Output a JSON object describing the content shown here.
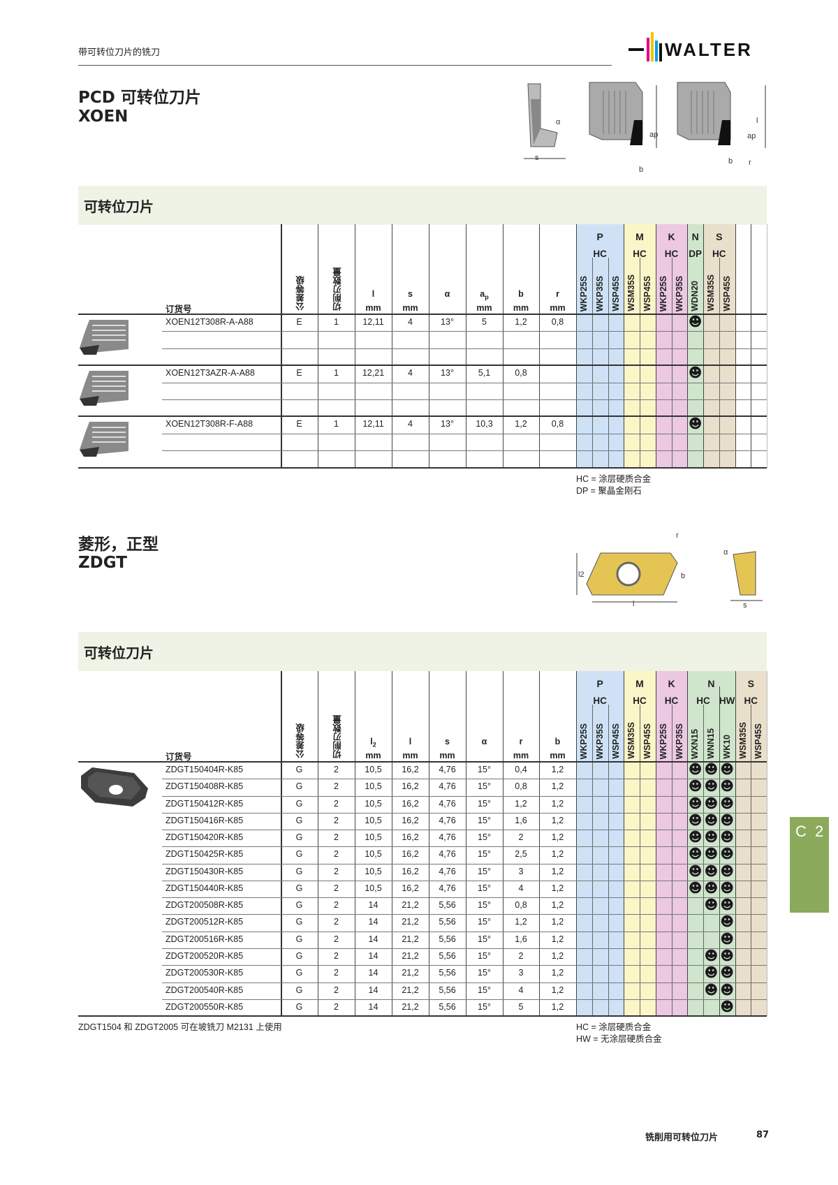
{
  "header": {
    "section": "带可转位刀片的铣刀",
    "brand": "WALTER"
  },
  "tab": "C 2",
  "footer": {
    "title": "铣削用可转位刀片",
    "page": "87"
  },
  "colors": {
    "P": "#cfe2f5",
    "M": "#fbf6c8",
    "K": "#ecc8e2",
    "N": "#cfe5cc",
    "S": "#e9dfcb",
    "bar": "#eef3e6",
    "tab": "#8caa5c"
  },
  "sections": [
    {
      "title1": "PCD 可转位刀片",
      "title2": "XOEN",
      "diagram_labels": {
        "alpha": "α",
        "s": "s",
        "ap": "ap",
        "b": "b",
        "r": "r",
        "l": "l"
      },
      "bar": "可转位刀片",
      "cols": {
        "order": "订货号",
        "tol": "公差等级",
        "edges": "切削刃数量"
      },
      "dims": [
        {
          "sym": "l",
          "sub": "",
          "unit": "mm"
        },
        {
          "sym": "s",
          "sub": "",
          "unit": "mm"
        },
        {
          "sym": "α",
          "sub": "",
          "unit": ""
        },
        {
          "sym": "a",
          "sub": "p",
          "unit": "mm"
        },
        {
          "sym": "b",
          "sub": "",
          "unit": "mm"
        },
        {
          "sym": "r",
          "sub": "",
          "unit": "mm"
        }
      ],
      "groups": [
        {
          "letter": "P",
          "subgroups": [
            {
              "type": "HC",
              "grades": [
                "WKP25S",
                "WKP35S",
                "WSP45S"
              ]
            }
          ]
        },
        {
          "letter": "M",
          "subgroups": [
            {
              "type": "HC",
              "grades": [
                "WSM35S",
                "WSP45S"
              ]
            }
          ]
        },
        {
          "letter": "K",
          "subgroups": [
            {
              "type": "HC",
              "grades": [
                "WKP25S",
                "WKP35S"
              ]
            }
          ]
        },
        {
          "letter": "N",
          "subgroups": [
            {
              "type": "DP",
              "grades": [
                "WDN20"
              ]
            }
          ]
        },
        {
          "letter": "S",
          "subgroups": [
            {
              "type": "HC",
              "grades": [
                "WSM35S",
                "WSP45S"
              ]
            }
          ]
        }
      ],
      "rows": [
        {
          "order": "XOEN12T308R-A-A88",
          "tol": "E",
          "edges": "1",
          "dims": [
            "12,11",
            "4",
            "13°",
            "5",
            "1,2",
            "0,8"
          ],
          "marks": [
            "WDN20"
          ]
        },
        {
          "order": "XOEN12T3AZR-A-A88",
          "tol": "E",
          "edges": "1",
          "dims": [
            "12,21",
            "4",
            "13°",
            "5,1",
            "0,8",
            ""
          ],
          "marks": [
            "WDN20"
          ]
        },
        {
          "order": "XOEN12T308R-F-A88",
          "tol": "E",
          "edges": "1",
          "dims": [
            "12,11",
            "4",
            "13°",
            "10,3",
            "1,2",
            "0,8"
          ],
          "marks": [
            "WDN20"
          ]
        }
      ],
      "legend": [
        "HC = 涂层硬质合金",
        "DP = 聚晶金刚石"
      ]
    },
    {
      "title1": "菱形，正型",
      "title2": "ZDGT",
      "diagram_labels": {
        "r": "r",
        "l2": "l2",
        "b": "b",
        "l": "l",
        "alpha": "α",
        "s": "s"
      },
      "bar": "可转位刀片",
      "cols": {
        "order": "订货号",
        "tol": "公差等级",
        "edges": "切削刃数量"
      },
      "dims": [
        {
          "sym": "l",
          "sub": "2",
          "unit": "mm"
        },
        {
          "sym": "l",
          "sub": "",
          "unit": "mm"
        },
        {
          "sym": "s",
          "sub": "",
          "unit": "mm"
        },
        {
          "sym": "α",
          "sub": "",
          "unit": ""
        },
        {
          "sym": "r",
          "sub": "",
          "unit": "mm"
        },
        {
          "sym": "b",
          "sub": "",
          "unit": "mm"
        }
      ],
      "groups": [
        {
          "letter": "P",
          "subgroups": [
            {
              "type": "HC",
              "grades": [
                "WKP25S",
                "WKP35S",
                "WSP45S"
              ]
            }
          ]
        },
        {
          "letter": "M",
          "subgroups": [
            {
              "type": "HC",
              "grades": [
                "WSM35S",
                "WSP45S"
              ]
            }
          ]
        },
        {
          "letter": "K",
          "subgroups": [
            {
              "type": "HC",
              "grades": [
                "WKP25S",
                "WKP35S"
              ]
            }
          ]
        },
        {
          "letter": "N",
          "subgroups": [
            {
              "type": "HC",
              "grades": [
                "WXN15",
                "WNN15"
              ]
            },
            {
              "type": "HW",
              "grades": [
                "WK10"
              ]
            }
          ]
        },
        {
          "letter": "S",
          "subgroups": [
            {
              "type": "HC",
              "grades": [
                "WSM35S",
                "WSP45S"
              ]
            }
          ]
        }
      ],
      "rows": [
        {
          "order": "ZDGT150404R-K85",
          "tol": "G",
          "edges": "2",
          "dims": [
            "10,5",
            "16,2",
            "4,76",
            "15°",
            "0,4",
            "1,2"
          ],
          "marks": [
            "WXN15",
            "WNN15",
            "WK10"
          ]
        },
        {
          "order": "ZDGT150408R-K85",
          "tol": "G",
          "edges": "2",
          "dims": [
            "10,5",
            "16,2",
            "4,76",
            "15°",
            "0,8",
            "1,2"
          ],
          "marks": [
            "WXN15",
            "WNN15",
            "WK10"
          ]
        },
        {
          "order": "ZDGT150412R-K85",
          "tol": "G",
          "edges": "2",
          "dims": [
            "10,5",
            "16,2",
            "4,76",
            "15°",
            "1,2",
            "1,2"
          ],
          "marks": [
            "WXN15",
            "WNN15",
            "WK10"
          ]
        },
        {
          "order": "ZDGT150416R-K85",
          "tol": "G",
          "edges": "2",
          "dims": [
            "10,5",
            "16,2",
            "4,76",
            "15°",
            "1,6",
            "1,2"
          ],
          "marks": [
            "WXN15",
            "WNN15",
            "WK10"
          ]
        },
        {
          "order": "ZDGT150420R-K85",
          "tol": "G",
          "edges": "2",
          "dims": [
            "10,5",
            "16,2",
            "4,76",
            "15°",
            "2",
            "1,2"
          ],
          "marks": [
            "WXN15",
            "WNN15",
            "WK10"
          ]
        },
        {
          "order": "ZDGT150425R-K85",
          "tol": "G",
          "edges": "2",
          "dims": [
            "10,5",
            "16,2",
            "4,76",
            "15°",
            "2,5",
            "1,2"
          ],
          "marks": [
            "WXN15",
            "WNN15",
            "WK10"
          ]
        },
        {
          "order": "ZDGT150430R-K85",
          "tol": "G",
          "edges": "2",
          "dims": [
            "10,5",
            "16,2",
            "4,76",
            "15°",
            "3",
            "1,2"
          ],
          "marks": [
            "WXN15",
            "WNN15",
            "WK10"
          ]
        },
        {
          "order": "ZDGT150440R-K85",
          "tol": "G",
          "edges": "2",
          "dims": [
            "10,5",
            "16,2",
            "4,76",
            "15°",
            "4",
            "1,2"
          ],
          "marks": [
            "WXN15",
            "WNN15",
            "WK10"
          ]
        },
        {
          "order": "ZDGT200508R-K85",
          "tol": "G",
          "edges": "2",
          "dims": [
            "14",
            "21,2",
            "5,56",
            "15°",
            "0,8",
            "1,2"
          ],
          "marks": [
            "WNN15",
            "WK10"
          ]
        },
        {
          "order": "ZDGT200512R-K85",
          "tol": "G",
          "edges": "2",
          "dims": [
            "14",
            "21,2",
            "5,56",
            "15°",
            "1,2",
            "1,2"
          ],
          "marks": [
            "WK10"
          ]
        },
        {
          "order": "ZDGT200516R-K85",
          "tol": "G",
          "edges": "2",
          "dims": [
            "14",
            "21,2",
            "5,56",
            "15°",
            "1,6",
            "1,2"
          ],
          "marks": [
            "WK10"
          ]
        },
        {
          "order": "ZDGT200520R-K85",
          "tol": "G",
          "edges": "2",
          "dims": [
            "14",
            "21,2",
            "5,56",
            "15°",
            "2",
            "1,2"
          ],
          "marks": [
            "WNN15",
            "WK10"
          ]
        },
        {
          "order": "ZDGT200530R-K85",
          "tol": "G",
          "edges": "2",
          "dims": [
            "14",
            "21,2",
            "5,56",
            "15°",
            "3",
            "1,2"
          ],
          "marks": [
            "WNN15",
            "WK10"
          ]
        },
        {
          "order": "ZDGT200540R-K85",
          "tol": "G",
          "edges": "2",
          "dims": [
            "14",
            "21,2",
            "5,56",
            "15°",
            "4",
            "1,2"
          ],
          "marks": [
            "WNN15",
            "WK10"
          ]
        },
        {
          "order": "ZDGT200550R-K85",
          "tol": "G",
          "edges": "2",
          "dims": [
            "14",
            "21,2",
            "5,56",
            "15°",
            "5",
            "1,2"
          ],
          "marks": [
            "WK10"
          ]
        }
      ],
      "footnote": "ZDGT1504 和 ZDGT2005 可在坡铣刀 M2131 上使用",
      "legend": [
        "HC = 涂层硬质合金",
        "HW = 无涂层硬质合金"
      ]
    }
  ]
}
